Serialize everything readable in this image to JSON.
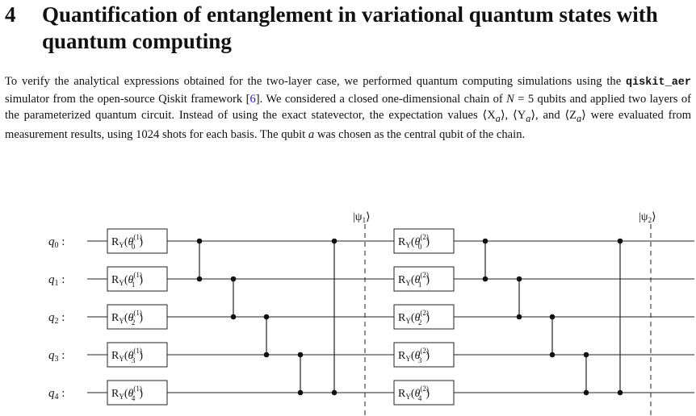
{
  "section": {
    "number": "4",
    "title": "Quantification of entanglement in variational quantum states with quantum computing"
  },
  "paragraph": {
    "t1": "To verify the analytical expressions obtained for the two-layer case, we performed quantum computing simulations using the ",
    "code": "qiskit_aer",
    "t2": " simulator from the open-source Qiskit framework [",
    "cite": "6",
    "t3": "]. We considered a closed one-dimensional chain of ",
    "N": "N",
    "t4": " = 5 qubits and applied two layers of the parameterized quantum circuit. Instead of using the exact statevector, the expectation values ⟨X",
    "t5": "⟩, ⟨Y",
    "t6": "⟩, and ⟨Z",
    "t7": "⟩ were evaluated from measurement results, using 1024 shots for each basis. The qubit ",
    "t8": " was chosen as the central qubit of the chain.",
    "sub_a": "a"
  },
  "circuit": {
    "qubits": [
      "q0",
      "q1",
      "q2",
      "q3",
      "q4"
    ],
    "gate_name": "RY",
    "theta": "θ",
    "layers": [
      "1",
      "2"
    ],
    "barrier_labels": [
      "|ψ1⟩",
      "|ψ2⟩"
    ],
    "cz_pairs": [
      [
        0,
        1
      ],
      [
        1,
        2
      ],
      [
        2,
        3
      ],
      [
        3,
        4
      ],
      [
        0,
        4
      ]
    ]
  }
}
